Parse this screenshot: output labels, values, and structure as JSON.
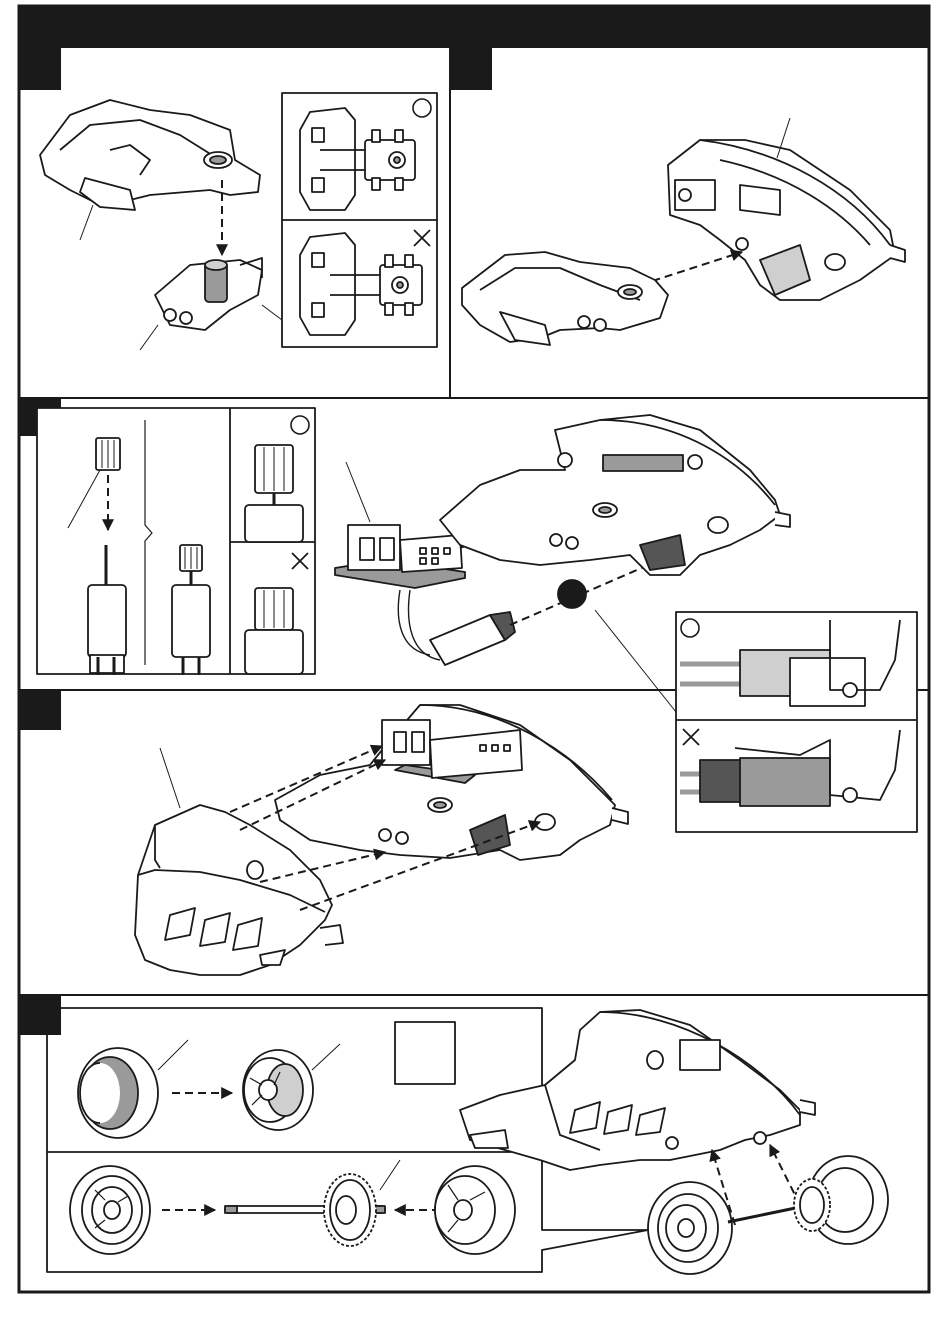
{
  "document": {
    "type": "assembly-instructions",
    "steps": [
      {
        "id": "step-1",
        "number": ""
      },
      {
        "id": "step-2",
        "number": ""
      },
      {
        "id": "step-3",
        "number": ""
      },
      {
        "id": "step-4",
        "number": ""
      },
      {
        "id": "step-5",
        "number": ""
      }
    ],
    "marks": {
      "correct": "○",
      "wrong": "×"
    },
    "icons": [
      "correct-circle-icon",
      "wrong-cross-icon",
      "callout-dot-icon",
      "direction-arrow-icon"
    ],
    "colors": {
      "ink": "#1a1a1a",
      "paper": "#ffffff",
      "shade": "#9a9a9a",
      "light_shade": "#cfcfcf",
      "dark_shade": "#555555"
    }
  }
}
